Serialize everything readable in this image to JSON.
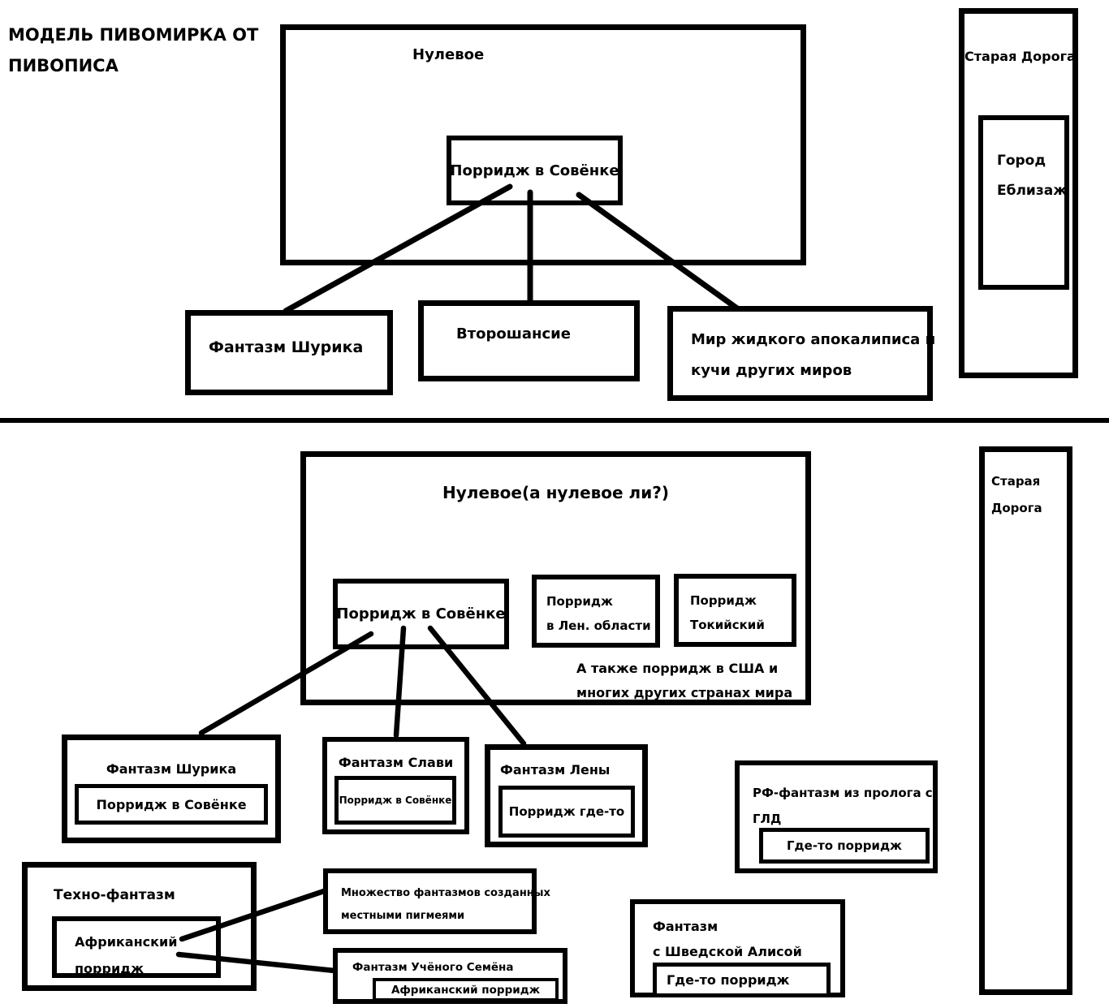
{
  "colors": {
    "ink": "#000000",
    "paper": "#ffffff"
  },
  "title": {
    "line1": "МОДЕЛЬ ПИВОМИРКА ОТ",
    "line2": "ПИВОПИСА"
  },
  "top": {
    "world": {
      "label": "Нулевое",
      "inner": "Порридж в Совёнке"
    },
    "shurika": {
      "label": "Фантазм Шурика"
    },
    "vtoroshansie": {
      "label": "Второшансие"
    },
    "liquid_world": {
      "line1": "Мир жидкого апокалиписа и",
      "line2": "кучи других миров"
    },
    "road": {
      "label": "Старая Дорога",
      "city": {
        "line1": "Город",
        "line2": "Еблизаж"
      }
    }
  },
  "bottom": {
    "world": {
      "label": "Нулевое(а нулевое ли?)",
      "sovyonke": "Порридж в Совёнке",
      "len": {
        "line1": "Порридж",
        "line2": "в Лен. области"
      },
      "tokyo": {
        "line1": "Порридж",
        "line2": "Токийский"
      },
      "note": {
        "line1": "А также порридж в США и",
        "line2": "многих других странах мира"
      }
    },
    "shurika": {
      "label": "Фантазм Шурика",
      "inner": "Порридж в Совёнке"
    },
    "slavi": {
      "label": "Фантазм Слави",
      "inner": "Порридж в Совёнке"
    },
    "leny": {
      "label": "Фантазм Лены",
      "inner": "Порридж где-то"
    },
    "rf": {
      "line1": "РФ-фантазм из пролога с",
      "line2": "ГЛД",
      "inner": "Где-то порридж"
    },
    "tehno": {
      "label": "Техно-фантазм",
      "inner": {
        "line1": "Африканский",
        "line2": "порридж"
      }
    },
    "pigmei": {
      "line1": "Множество фантазмов созданных",
      "line2": "местными пигмеями"
    },
    "semyon": {
      "label": "Фантазм Учёного Семёна",
      "inner": "Африканский порридж"
    },
    "alisa": {
      "line1": "Фантазм",
      "line2": "с Шведской Алисой",
      "inner": "Где-то порридж"
    },
    "road": {
      "line1": "Старая",
      "line2": "Дорога"
    }
  }
}
